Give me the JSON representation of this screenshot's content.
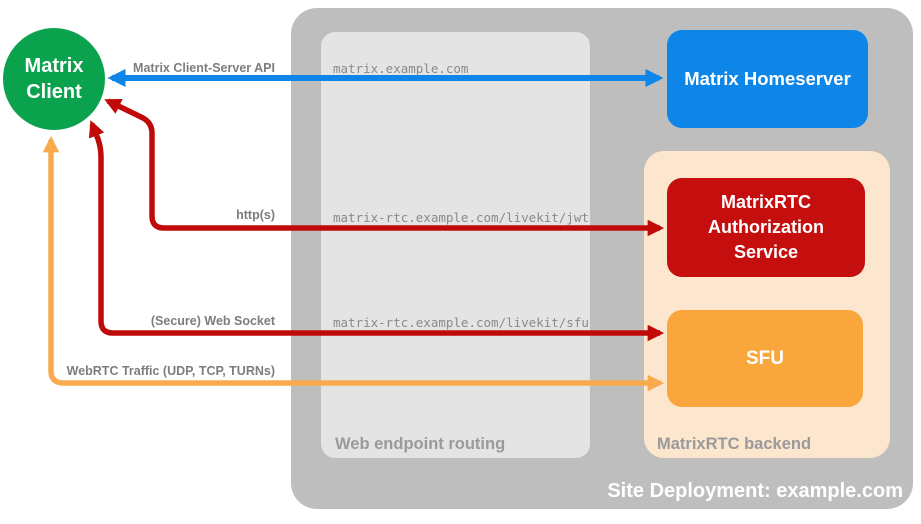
{
  "colors": {
    "green": "#0ba24d",
    "blue": "#0d86e8",
    "red": "#c50f0f",
    "arrow_red": "#c00a0a",
    "orange": "#f9a63d",
    "arrow_orange": "#f8ab4e",
    "peach": "#fce6ce",
    "outer_gray": "#bebebe",
    "inner_gray": "#e4e4e4",
    "label_gray": "#7d7d7d",
    "endpoint_gray": "#8a8a8a",
    "section_gray": "#9a9a9a"
  },
  "nodes": {
    "client": {
      "label": "Matrix Client"
    },
    "homeserver": {
      "label": "Matrix Homeserver"
    },
    "auth_service": {
      "label": "MatrixRTC Authorization Service"
    },
    "sfu": {
      "label": "SFU"
    }
  },
  "containers": {
    "site": {
      "label": "Site Deployment: example.com"
    },
    "web_routing": {
      "label": "Web endpoint routing"
    },
    "rtc_backend": {
      "label": "MatrixRTC backend"
    }
  },
  "connections": [
    {
      "label": "Matrix Client-Server API",
      "endpoint": "matrix.example.com",
      "from": "Matrix Client",
      "to": "Matrix Homeserver"
    },
    {
      "label": "http(s)",
      "endpoint": "matrix-rtc.example.com/livekit/jwt",
      "from": "Matrix Client",
      "to": "MatrixRTC Authorization Service"
    },
    {
      "label": "(Secure) Web Socket",
      "endpoint": "matrix-rtc.example.com/livekit/sfu",
      "from": "Matrix Client",
      "to": "SFU"
    },
    {
      "label": "WebRTC Traffic (UDP, TCP, TURNs)",
      "endpoint": "",
      "from": "Matrix Client",
      "to": "SFU"
    }
  ]
}
